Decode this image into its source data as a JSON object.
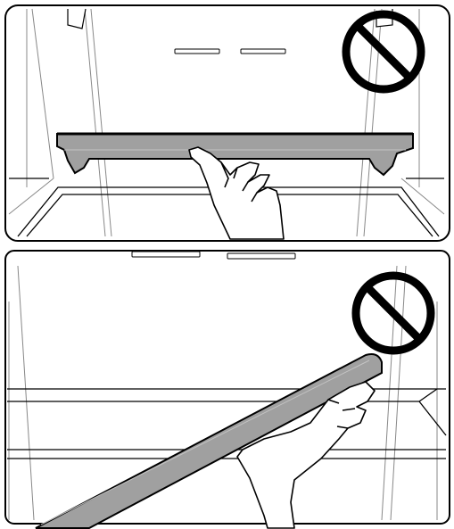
{
  "figure": {
    "panels": [
      {
        "id": "top",
        "subject": "shelf-held-by-front-edge",
        "prohibited": true
      },
      {
        "id": "bottom",
        "subject": "shelf-tilted-diagonally",
        "prohibited": true
      }
    ]
  },
  "colors": {
    "outline": "#000000",
    "shelf_fill": "#a0a0a0",
    "shelf_edge": "#c4c4c4",
    "background": "#ffffff",
    "interior_line": "#888888",
    "prohibit_ring": "#000000"
  },
  "icons": [
    "prohibition-icon",
    "hand-icon"
  ]
}
